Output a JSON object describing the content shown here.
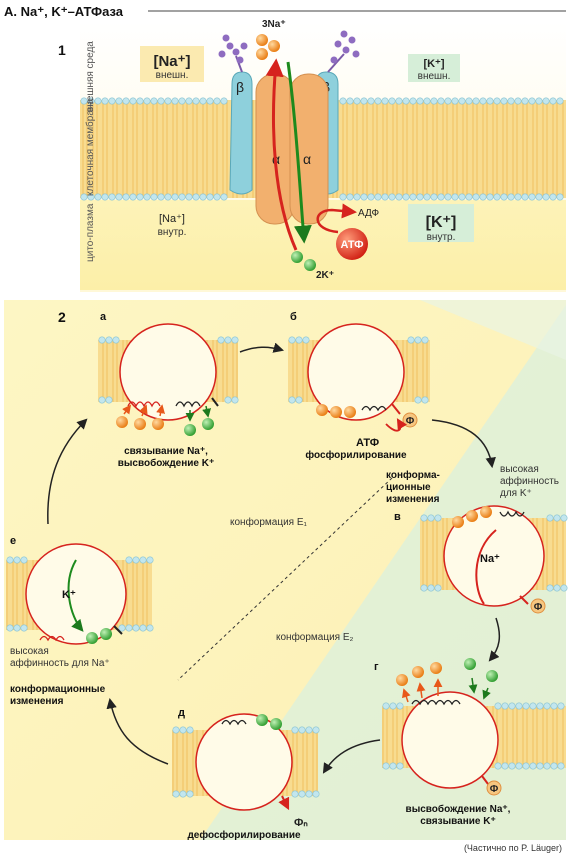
{
  "header": {
    "title": "A. Na⁺, K⁺–АТФаза"
  },
  "part1": {
    "number": "1",
    "side_labels": {
      "outer": "внешняя среда",
      "membrane": "клеточная мембрана",
      "cyto": "цито-плазма"
    },
    "na_out": "[Na⁺]",
    "na_out_sub": "внешн.",
    "k_out": "[K⁺]",
    "k_out_sub": "внешн.",
    "na_in": "[Na⁺]",
    "na_in_sub": "внутр.",
    "k_in": "[K⁺]",
    "k_in_sub": "внутр.",
    "na3": "3Na⁺",
    "k2": "2K⁺",
    "beta": "β",
    "alpha": "α",
    "adp": "АДФ",
    "atp": "АТФ"
  },
  "part2": {
    "number": "2",
    "a": {
      "letter": "а",
      "caption1": "связывание Na⁺,",
      "caption2": "высвобождение K⁺"
    },
    "b": {
      "letter": "б",
      "atp": "АТФ",
      "caption": "фосфорилирование",
      "phi": "Ф"
    },
    "v": {
      "letter": "в",
      "conf1": "конформа-",
      "conf2": "ционные",
      "conf3": "изменения",
      "high1": "высокая",
      "high2": "аффинность",
      "high3": "для K⁺",
      "na": "Na⁺",
      "phi": "Ф"
    },
    "g": {
      "letter": "г",
      "caption1": "высвобождение Na⁺,",
      "caption2": "связывание K⁺",
      "phi": "Ф"
    },
    "d": {
      "letter": "д",
      "caption": "дефосфорилирование",
      "phi": "Фₙ"
    },
    "e": {
      "letter": "е",
      "k": "K⁺",
      "high1": "высокая",
      "high2": "аффинность для Na⁺",
      "conf1": "конформационные",
      "conf2": "изменения"
    },
    "conf_e1": "конформация E₁",
    "conf_e2": "конформация E₂"
  },
  "credit": "(Частично по P. Läuger)",
  "colors": {
    "na": "#f08a1c",
    "k": "#3aa53a",
    "red": "#d6231e",
    "membrane": "#f7d88a",
    "protein": "#f2b06e",
    "beta": "#8ed0dc"
  }
}
